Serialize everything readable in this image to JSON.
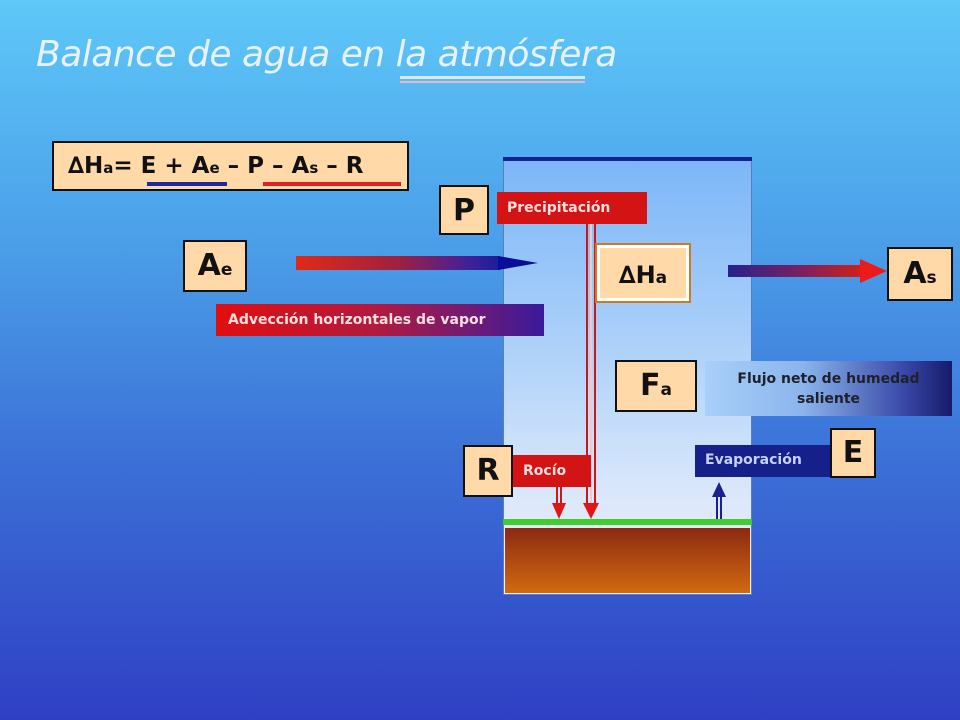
{
  "title": "Balance de agua en la atmósfera",
  "equation": {
    "lhs": "∆H",
    "lhs_sub": "a",
    "rhs_1": "= E + A",
    "rhs_1_sub": "e",
    "rhs_2": " – P – A",
    "rhs_2_sub": "s",
    "rhs_3": " – R"
  },
  "labels": {
    "p": "P",
    "ae_main": "A",
    "ae_sub": "e",
    "as_main": "A",
    "as_sub": "s",
    "ha_main": "∆H",
    "ha_sub": "a",
    "fa_main": "F",
    "fa_sub": "a",
    "r": "R",
    "e": "E"
  },
  "banners": {
    "precipitacion": "Precipitación",
    "adveccion": "Advección horizontales de vapor",
    "flujo_line1": "Flujo neto de humedad",
    "flujo_line2": "saliente",
    "rocio": "Rocío",
    "evaporacion": "Evaporación"
  },
  "colors": {
    "box_fill": "#ffd9a8",
    "red": "#d41414",
    "navy": "#16208a",
    "ground_green": "#3ecf2c"
  }
}
